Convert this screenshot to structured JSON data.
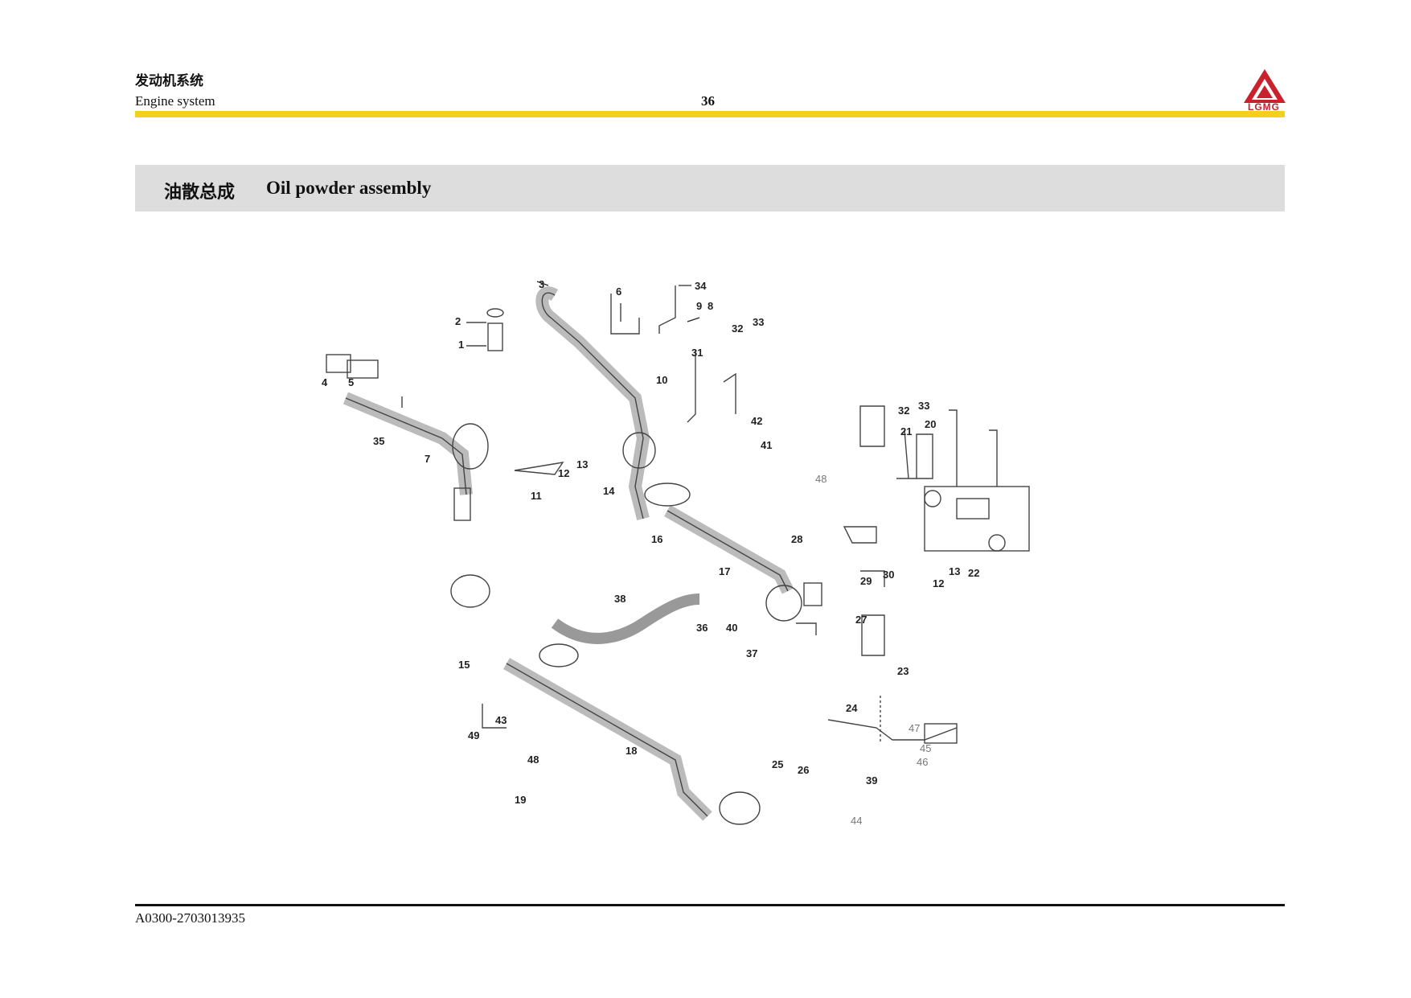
{
  "header": {
    "section_cn": "发动机系统",
    "section_en": "Engine system",
    "page_number": "36",
    "logo_text": "LGMG"
  },
  "title": {
    "cn": "油散总成",
    "en": "Oil powder assembly"
  },
  "callouts": {
    "c1": "1",
    "c2": "2",
    "c3": "3",
    "c4": "4",
    "c5": "5",
    "c6": "6",
    "c7": "7",
    "c8": "8",
    "c9": "9",
    "c10": "10",
    "c11": "11",
    "c12a": "12",
    "c12b": "12",
    "c13a": "13",
    "c13b": "13",
    "c14": "14",
    "c15": "15",
    "c16": "16",
    "c17": "17",
    "c18": "18",
    "c19": "19",
    "c20": "20",
    "c21": "21",
    "c22": "22",
    "c23": "23",
    "c24": "24",
    "c25": "25",
    "c26": "26",
    "c27": "27",
    "c28": "28",
    "c29": "29",
    "c30": "30",
    "c31": "31",
    "c32a": "32",
    "c32b": "32",
    "c33a": "33",
    "c33b": "33",
    "c34": "34",
    "c35": "35",
    "c36": "36",
    "c37": "37",
    "c38": "38",
    "c39": "39",
    "c40": "40",
    "c41": "41",
    "c42": "42",
    "c43": "43",
    "c44": "44",
    "c45": "45",
    "c46": "46",
    "c47": "47",
    "c48a": "48",
    "c48b": "48",
    "c49": "49"
  },
  "footer": {
    "doc_code": "A0300-2703013935"
  },
  "colors": {
    "accent_yellow": "#f5cf18",
    "brand_red": "#c8232c",
    "title_bar_gray": "#dddddd"
  }
}
